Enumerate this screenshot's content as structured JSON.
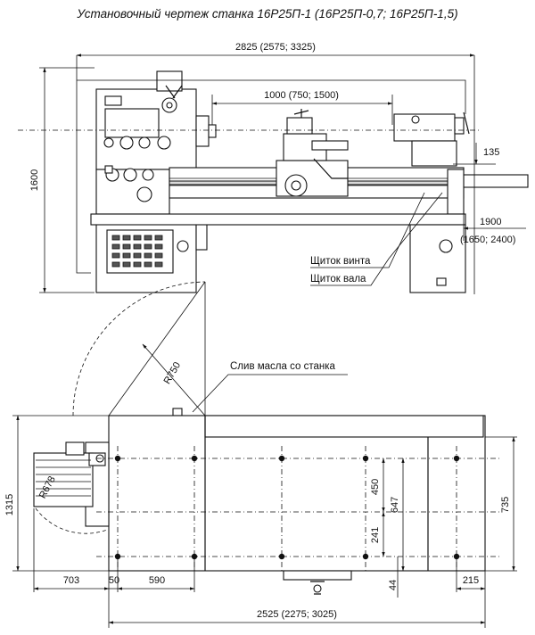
{
  "title": "Установочный чертеж станка 16Р25П-1 (16Р25П-0,7; 16Р25П-1,5)",
  "front_view": {
    "overall_length": "2825 (2575; 3325)",
    "height": "1600",
    "centers_distance": "1000 (750; 1500)",
    "spindle_offset": "135",
    "bed_length": "1900",
    "bed_length_alt": "(1650; 2400)",
    "label_screw_guard": "Щиток винта",
    "label_shaft_guard": "Щиток вала"
  },
  "plan_view": {
    "door_radius": "R750",
    "motor_radius": "R678",
    "oil_drain": "Слив масла со станка",
    "width_overall": "1315",
    "width_735": "735",
    "dim_450": "450",
    "dim_647": "647",
    "dim_241": "241",
    "dim_44": "44",
    "dim_703": "703",
    "dim_50": "50",
    "dim_590": "590",
    "dim_215": "215",
    "base_length": "2525 (2275; 3025)"
  }
}
